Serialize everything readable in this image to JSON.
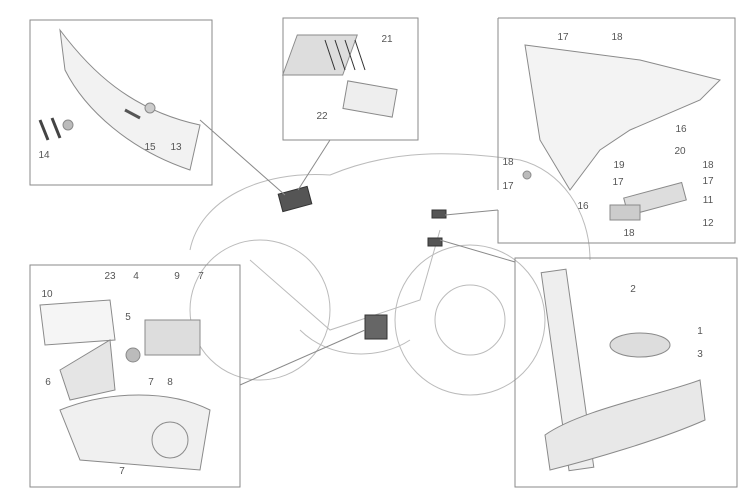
{
  "panels": {
    "rear_tail": {
      "labels": [
        "14",
        "15",
        "13"
      ]
    },
    "ecu": {
      "labels": [
        "21",
        "22"
      ]
    },
    "front_bracket": {
      "labels": [
        "17",
        "18",
        "16",
        "20",
        "18",
        "17",
        "19",
        "17",
        "16",
        "11",
        "18",
        "12",
        "18",
        "17"
      ]
    },
    "battery_area": {
      "labels": [
        "23",
        "4",
        "9",
        "7",
        "10",
        "5",
        "6",
        "7",
        "8",
        "7"
      ]
    },
    "horn": {
      "labels": [
        "2",
        "1",
        "3"
      ]
    }
  },
  "colors": {
    "line": "#7a7a7a",
    "part": "#c8c8c8",
    "label": "#555555"
  }
}
